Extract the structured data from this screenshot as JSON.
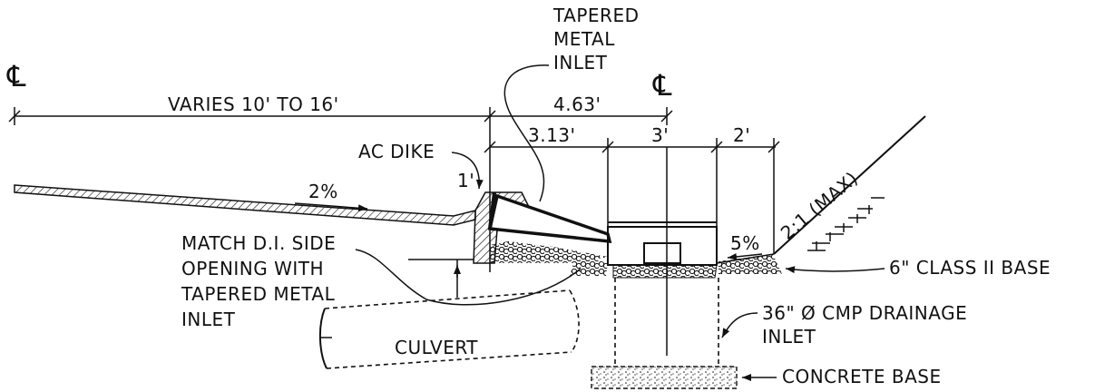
{
  "labels": {
    "centerline_symbol": "℄",
    "tapered_inlet": [
      "TAPERED",
      "METAL",
      "INLET"
    ],
    "varies": "VARIES 10' TO 16'",
    "dim_463": "4.63'",
    "dim_313": "3.13'",
    "dim_3": "3'",
    "dim_2": "2'",
    "dim_1": "1'",
    "ac_dike": "AC DIKE",
    "slope_2pct": "2%",
    "slope_5pct": "5%",
    "slope_21": "2:1 (MAX)",
    "match_di": [
      "MATCH D.I. SIDE",
      "OPENING WITH",
      "TAPERED METAL",
      "INLET"
    ],
    "class_ii_base": "6\" CLASS II BASE",
    "cmp_inlet": [
      "36\" Ø CMP DRAINAGE",
      "INLET"
    ],
    "culvert": "CULVERT",
    "concrete_base": "CONCRETE BASE"
  }
}
